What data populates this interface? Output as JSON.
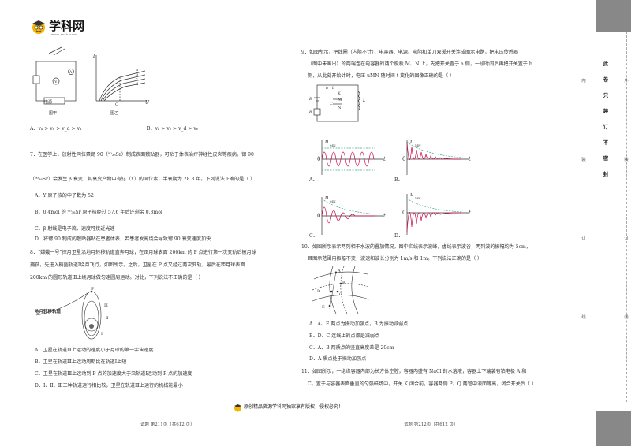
{
  "logo": {
    "name": "学科网",
    "domain": "www.zxxk.com"
  },
  "left": {
    "fig_labels": {
      "jia": "图甲",
      "yi": "图乙",
      "I": "I",
      "U": "U",
      "a": "a",
      "b": "b",
      "c": "c",
      "d": "d",
      "O": "O",
      "power": "电源"
    },
    "opt_AB": [
      "A．v",
      "B．v"
    ],
    "opt_AB_text": [
      "A．vₐ > vₓ > v_d > vₐ",
      "B．vₐ > vᵦ > v_d > vₑ"
    ],
    "q7": [
      "7．在医学上，放射性同位素锶 90（⁹⁰₃₈Sr）制成表面敷贴器，可贴于体表治疗神经性皮炎等疾病。锶 90",
      "（⁹⁰₃₈Sr）会发生 β 衰变，其衰变产物中有钇（Y）的同位素，半衰期为 28.8 年。下列说法正确的是（     ）",
      "A．Y 原子核的中子数为 52",
      "B．0.4mol 的 ⁹⁰₃₈Sr 原子核经过 57.6 年后还剩余 0.3mol",
      "C．β 射线是电子流，速度可接近光速",
      "D．将锶 90 制成的敷贴器贴在患者体表，若患者发高烧会导致锶 90 衰变速度加快"
    ],
    "q8": [
      "8．“嫦娥一号”探月卫星沿地月转移轨道直奔月球，在距月球表面 200km 的 P 点进行第一次变轨后被月球",
      "捕获，先进入椭圆轨道Ⅰ绕月飞行，如图所示。之后，卫星在 P 点又经过两次变轨，最后在距月球表面",
      "200km 的圆形轨道Ⅲ上绕月球做匀速圆周运动。对此，下列说法不正确的是（     ）"
    ],
    "q8_fig": {
      "orbit_label": "地月转移轨道",
      "P": "P",
      "I": "Ⅰ",
      "II": "Ⅱ",
      "III": "Ⅲ"
    },
    "q8_opts": [
      "A．卫星在轨道Ⅲ上运动的速度小于月球的第一宇宙速度",
      "B．卫星在轨道Ⅲ上运动周期比在轨道Ⅰ上短",
      "C．卫星在轨道Ⅲ上运动到 P 点的加速度大于沿轨道Ⅰ运动到 P 点的加速度",
      "D．Ⅰ、Ⅱ、Ⅲ三种轨道运行相比较，卫星在轨道Ⅲ上运行的机械能最小"
    ],
    "footer": "试题  第211页（共612 页）"
  },
  "right": {
    "q9": [
      "9．如图所示，把线圈（内阻不计）、电容器、电源、电阻和单刀双掷开关连成图示电路，把电压传感器",
      "（图中未画出）的两端连在电容器的两个极板 M、N 上，先把开关置于 a 侧，一段时间后再把开关置于 b",
      "侧，从此刻开始计时，电压 uMN 随时间 t 变化的图像正确的是（     ）"
    ],
    "circuit_labels": {
      "a": "a",
      "b": "b",
      "K": "K",
      "M": "M",
      "N": "N",
      "C": "C",
      "E": "E",
      "R": "R",
      "L": "L"
    },
    "graph_labels": {
      "u": "u",
      "sub": "MN",
      "O": "0",
      "t": "t",
      "A": "A．",
      "B": "B．",
      "C": "C．",
      "D": "D．"
    },
    "q10": [
      "10．如图所示表示两列相干水波的叠加情况，图中实线表示波峰，虚线表示波谷，两列波的振幅均为 5cm，",
      "且图示范围内振幅不变，波速和波长分别为 1m/s 和 1m。下列说法正确的是（     ）"
    ],
    "q10_fig": {
      "A": "A",
      "B": "B",
      "C": "C",
      "D": "D",
      "E": "E"
    },
    "q10_opts": [
      "A．A、E 两点为振动加强点，B 为振动减弱点",
      "B．D、C 连线上的点都是减弱点",
      "C．A、B 两质点的竖直高度差是 20cm",
      "D．A 质点处于振动加强点"
    ],
    "q11": [
      "11．如图所示，一绝缘容器内部为长方体空腔，容器内盛有 NaCl 的水溶液，容器上下端装有铂电极 A 和",
      "C，置于与容器表面垂直的匀强磁场中，开关 K 闭合前，容器两侧 P、Q 两管中液面等高，闭合开关后（     ）"
    ],
    "footer": "试题  第212页（共612 页）"
  },
  "center_footer": "原创精品资源学科网独家享有版权，侵权必究！",
  "binding": {
    "outer_chars": [
      "此",
      "卷",
      "只",
      "装",
      "订",
      "不",
      "密",
      "封"
    ],
    "inner_labels": [
      "内",
      "装",
      "订",
      "线"
    ],
    "outer_labels": [
      "外",
      "装",
      "订",
      "线"
    ]
  }
}
